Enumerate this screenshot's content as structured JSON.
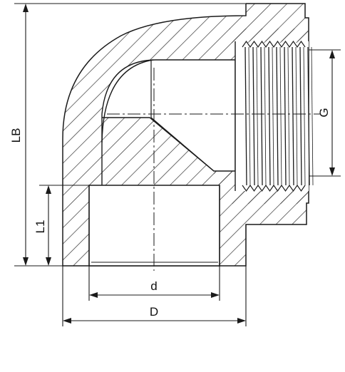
{
  "labels": {
    "lb": "LB",
    "l1": "L1",
    "g": "G",
    "d_inner": "d",
    "d_outer": "D"
  },
  "colors": {
    "stroke": "#1a1a1a",
    "hatch": "#333333",
    "background": "#ffffff"
  }
}
